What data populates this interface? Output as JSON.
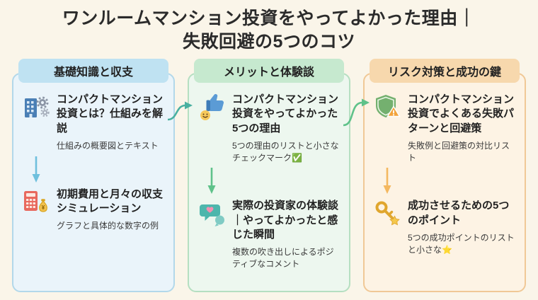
{
  "title": {
    "line1": "ワンルームマンション投資をやってよかった理由｜",
    "line2": "失敗回避の5つのコツ"
  },
  "columns": [
    {
      "header": "基礎知識と収支",
      "items": [
        {
          "icon": "building-gears-icon",
          "title": "コンパクトマンション投資とは？仕組みを解説",
          "subtext": "仕組みの概要図とテキスト"
        },
        {
          "icon": "calculator-money-icon",
          "title": "初期費用と月々の収支シミュレーション",
          "subtext": "グラフと具体的な数字の例"
        }
      ]
    },
    {
      "header": "メリットと体験談",
      "items": [
        {
          "icon": "thumbs-up-icon",
          "title": "コンパクトマンション投資をやってよかった5つの理由",
          "subtext": "5つの理由のリストと小さなチェックマーク✅"
        },
        {
          "icon": "speech-heart-icon",
          "title": "実際の投資家の体験談｜やってよかったと感じた瞬間",
          "subtext": "複数の吹き出しによるポジティブなコメント"
        }
      ]
    },
    {
      "header": "リスク対策と成功の鍵",
      "items": [
        {
          "icon": "shield-warning-icon",
          "title": "コンパクトマンション投資でよくある失敗パターンと回避策",
          "subtext": "失敗例と回避策の対比リスト"
        },
        {
          "icon": "key-star-icon",
          "title": "成功させるための5つのポイント",
          "subtext": "5つの成功ポイントのリストと小さな⭐"
        }
      ]
    }
  ],
  "colors": {
    "background": "#faf5e9",
    "title_color": "#2b2b2b",
    "col1_header_bg": "#bfe2f2",
    "col1_card_bg": "#eaf4fa",
    "col1_border": "#b2d8ea",
    "col1_arrow": "#6fc0dd",
    "col2_header_bg": "#c6e9cf",
    "col2_card_bg": "#edf7ef",
    "col2_border": "#b5dfc1",
    "col2_arrow": "#5fc28a",
    "col3_header_bg": "#f7d8ad",
    "col3_card_bg": "#fdf3e4",
    "col3_border": "#f0c896",
    "col3_arrow": "#f4b860",
    "connector1": "#49b0a0",
    "connector2": "#5fc28a"
  }
}
